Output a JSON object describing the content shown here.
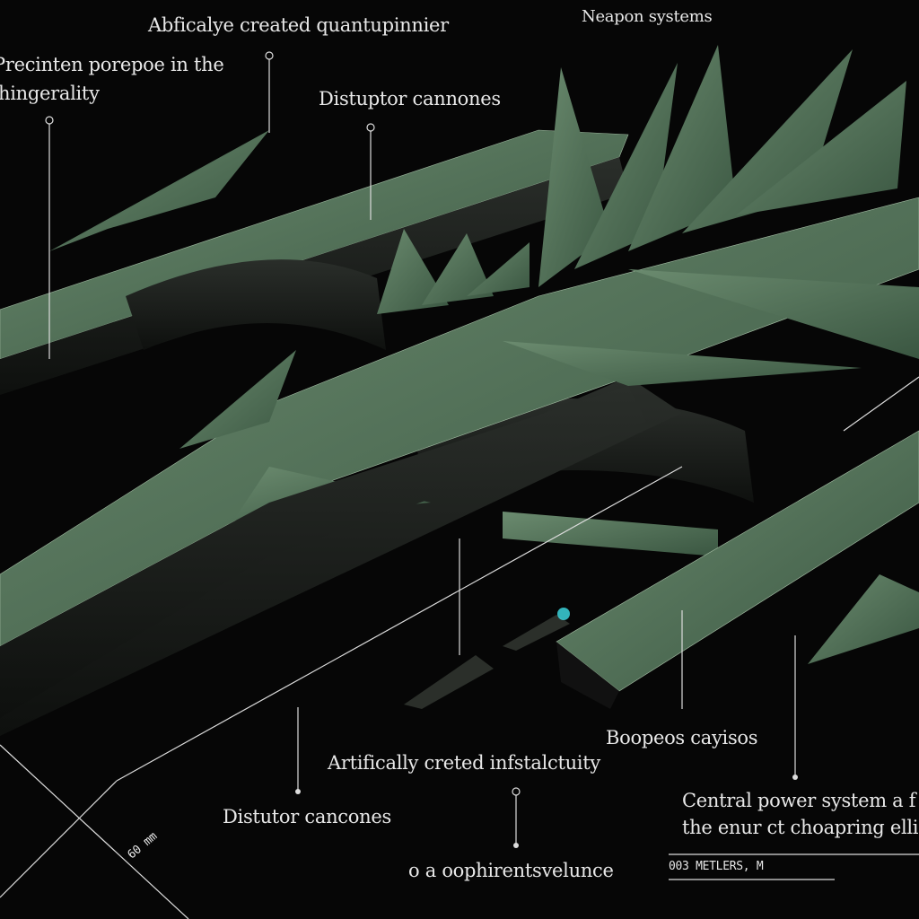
{
  "labels": {
    "top_center": "Abficalye created quantupinnier",
    "top_right": "Neapon systems",
    "top_left_line1": "Precinten porepoe in the",
    "top_left_line2": "hingerality",
    "mid_top": "Distuptor cannones",
    "bottom_right_upper": "Boopeos cayisos",
    "bottom_center": "Artifically creted infstalctuity",
    "bottom_left": "Distutor cancones",
    "scale_mark": "60 mm",
    "bottom_lower": "o a oophirentsvelunce",
    "power_line1": "Central power system a f",
    "power_line2": "the enur ct choapring elliac",
    "scale_text": "003 METLERS, M"
  },
  "colors": {
    "background": "#060606",
    "leaf_green": "#4f6e55",
    "hull_dark": "#1b1e1b",
    "label": "#e8e8e8",
    "engine_glow": "#3fe0e8"
  }
}
